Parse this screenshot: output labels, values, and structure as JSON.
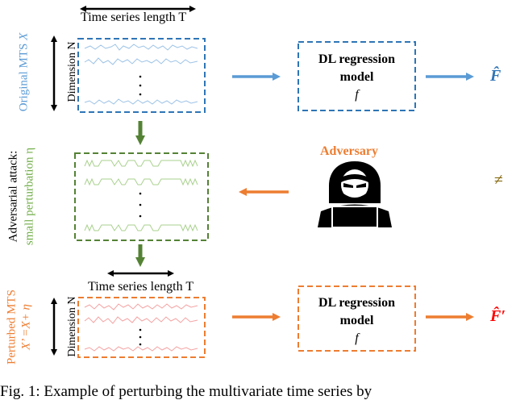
{
  "top": {
    "length_label": "Time series length T",
    "dimension_label": "Dimension N",
    "series_label_prefix": "Original MTS ",
    "series_symbol": "X"
  },
  "model_top": {
    "line1": "DL regression",
    "line2": "model",
    "line3": "f"
  },
  "output_top": "F̂",
  "middle": {
    "attack_label": "Adversarial attack:",
    "perturbation_label": "small perturbation η",
    "adversary_label": "Adversary",
    "not_equal_symbol": "≠"
  },
  "bottom": {
    "length_label": "Time series length T",
    "dimension_label": "Dimension N",
    "series_label": "Perturbed MTS",
    "series_formula": "X’ =X+ η"
  },
  "model_bottom": {
    "line1": "DL regression",
    "line2": "model",
    "line3": "f"
  },
  "output_bottom": "F̂′",
  "caption": "Fig. 1: Example of perturbing the multivariate time series by",
  "colors": {
    "blue": "#2e75b6",
    "blue_light": "#5b9bd5",
    "green": "#548235",
    "green_light": "#70ad47",
    "orange": "#ed7d31",
    "red": "#ff0000",
    "olive": "#7f6000",
    "black": "#000000"
  }
}
